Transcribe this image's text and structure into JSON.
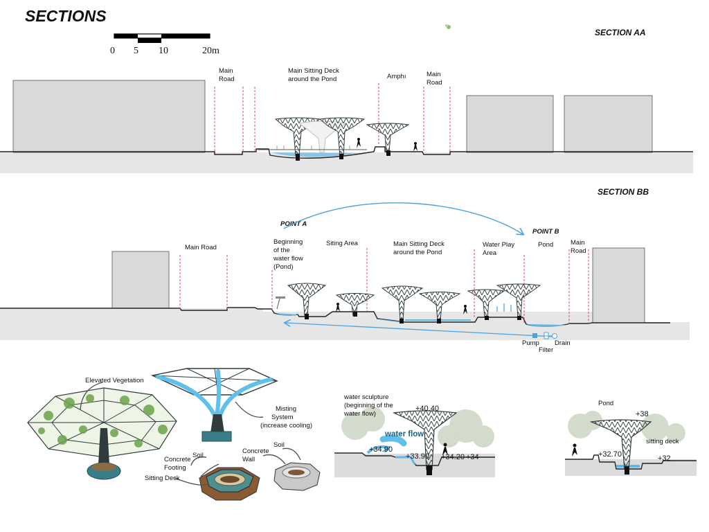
{
  "title": "SECTIONS",
  "scale_bar": {
    "ticks": [
      "0",
      "5",
      "10",
      "20m"
    ]
  },
  "section_aa": {
    "title": "SECTION AA",
    "labels": {
      "main_road_left": [
        "Main",
        "Road"
      ],
      "deck": [
        "Main Sitting Deck",
        "around the Pond"
      ],
      "amphi": "Amphı",
      "main_road_right": [
        "Main",
        "Road"
      ]
    }
  },
  "section_bb": {
    "title": "SECTION BB",
    "point_a": "POINT A",
    "point_b": "POINT B",
    "labels": {
      "main_road_left": "Main Road",
      "beginning": [
        "Beginning",
        "of the",
        " water flow",
        "(Pond)"
      ],
      "siting_area": "Siting Area",
      "deck": [
        "Main Sitting Deck",
        "around the Pond"
      ],
      "water_play": [
        "Water Play",
        "Area"
      ],
      "pond": "Pond",
      "main_road_right": [
        "Main",
        "Road"
      ],
      "pump": "Pump",
      "filter": "Filter",
      "drain": "Drain"
    }
  },
  "details": {
    "elevated_vegetation": "Elevated Vegetation",
    "misting": [
      "Misting",
      "System",
      "(increase cooling)"
    ],
    "soil_1": "Soil",
    "concrete_footing": [
      "Concrete",
      "Footing"
    ],
    "sitting_deck": "Sitting Deck",
    "concrete_wall": [
      "Concrete",
      "Wall"
    ],
    "soil_2": "Soil"
  },
  "water_detail": {
    "caption": [
      "water sculpture",
      "(beginning of the",
      "water flow)"
    ],
    "level_top": "+40.40",
    "water_flow": "water flow",
    "level_left": "+34.90",
    "level_mid": "+33.90",
    "level_right_a": "+34.20",
    "level_right_b": "+34"
  },
  "pond_detail": {
    "caption": "Pond",
    "level_top": "+38",
    "sitting_deck": "sitting deck",
    "level_left": "+32.70",
    "level_right": "+32"
  },
  "colors": {
    "building": "#d9d9d9",
    "ground": "#e7e7e7",
    "road_line": "#e8407a",
    "water": "#5fb7e6",
    "tree_dark": "#2f3b3c",
    "leaf": "#6aa24a"
  }
}
